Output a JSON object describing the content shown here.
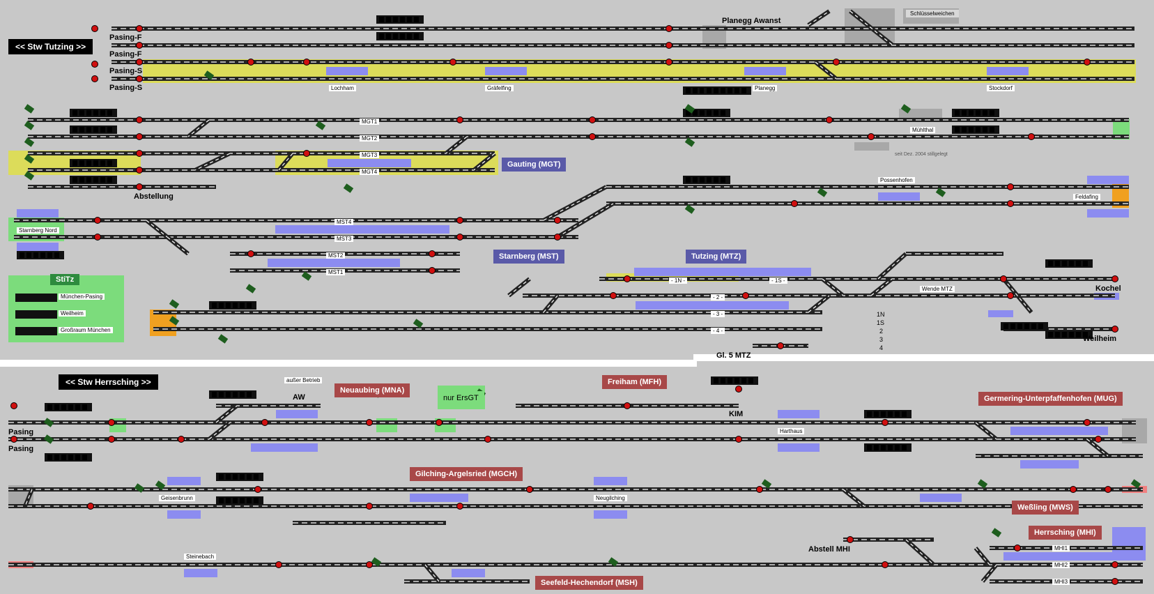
{
  "stw_buttons": {
    "tutzing": "<< Stw Tutzing >>",
    "herrsching": "<< Stw Herrsching >>"
  },
  "tracks_top": {
    "pasing": [
      "Pasing-F",
      "Pasing-F",
      "Pasing-S",
      "Pasing-S"
    ]
  },
  "places": {
    "planegg_awanst": "Planegg Awanst",
    "schluesselweichen": "Schlüsselweichen",
    "lochham": "Lochham",
    "graefelfing": "Gräfelfing",
    "planegg": "Planegg",
    "stockdorf": "Stockdorf",
    "muehlthal": "Mühlthal",
    "muehlthal_note": "seit Dez. 2004 stillgelegt",
    "abstellung": "Abstellung",
    "possenhofen": "Possenhofen",
    "feldafing": "Feldafing",
    "starnberg_nord": "Starnberg Nord",
    "wende_mtz": "Wende MTZ",
    "kochel": "Kochel",
    "weilheim": "Weilheim",
    "gl5_mtz": "Gl. 5 MTZ",
    "ausser_betrieb": "außer Betrieb",
    "aw": "AW",
    "nur_ersgt": "nur ErsGT",
    "kim": "KIM",
    "harthaus": "Harthaus",
    "geisenbrunn": "Geisenbrunn",
    "neugilching": "Neugilching",
    "steinebach": "Steinebach",
    "abstell_mhi": "Abstell MHI",
    "pasing_bottom": [
      "Pasing",
      "Pasing"
    ]
  },
  "stations_blue": {
    "gauting": "Gauting (MGT)",
    "starnberg": "Starnberg (MST)",
    "tutzing": "Tutzing (MTZ)"
  },
  "stations_red": {
    "neuaubing": "Neuaubing (MNA)",
    "freiham": "Freiham (MFH)",
    "germering": "Germering-Unterpfaffenhofen    (MUG)",
    "gilching": "Gilching-Argelsried (MGCH)",
    "wessling": "Weßling (MWS)",
    "herrsching": "Herrsching (MHI)",
    "seefeld": "Seefeld-Hechendorf (MSH)"
  },
  "track_labels": {
    "mgt": [
      "MGT1",
      "MGT2",
      "MGT3",
      "MGT4"
    ],
    "mst": [
      "MST4",
      "MST3",
      "MST2",
      "MST1"
    ],
    "mtz": [
      "- 1N -",
      "- 1S -",
      "- 2 -",
      "- 3 -",
      "- 4 -"
    ],
    "mtz_list": [
      "1N",
      "1S",
      "2",
      "3",
      "4"
    ],
    "mhi": [
      "MHI1",
      "MHI2",
      "MHI3"
    ]
  },
  "stitz": {
    "title": "StiTz",
    "rows": [
      "München-Pasing",
      "Weilheim",
      "Großraum München"
    ]
  },
  "colors": {
    "background": "#c8c8c8",
    "track": "#222222",
    "highlight_yellow": "#dcdc5a",
    "occupied_blue": "#8c8cf0",
    "signal_red": "#d01010",
    "signal_green": "#1e6e1e"
  }
}
